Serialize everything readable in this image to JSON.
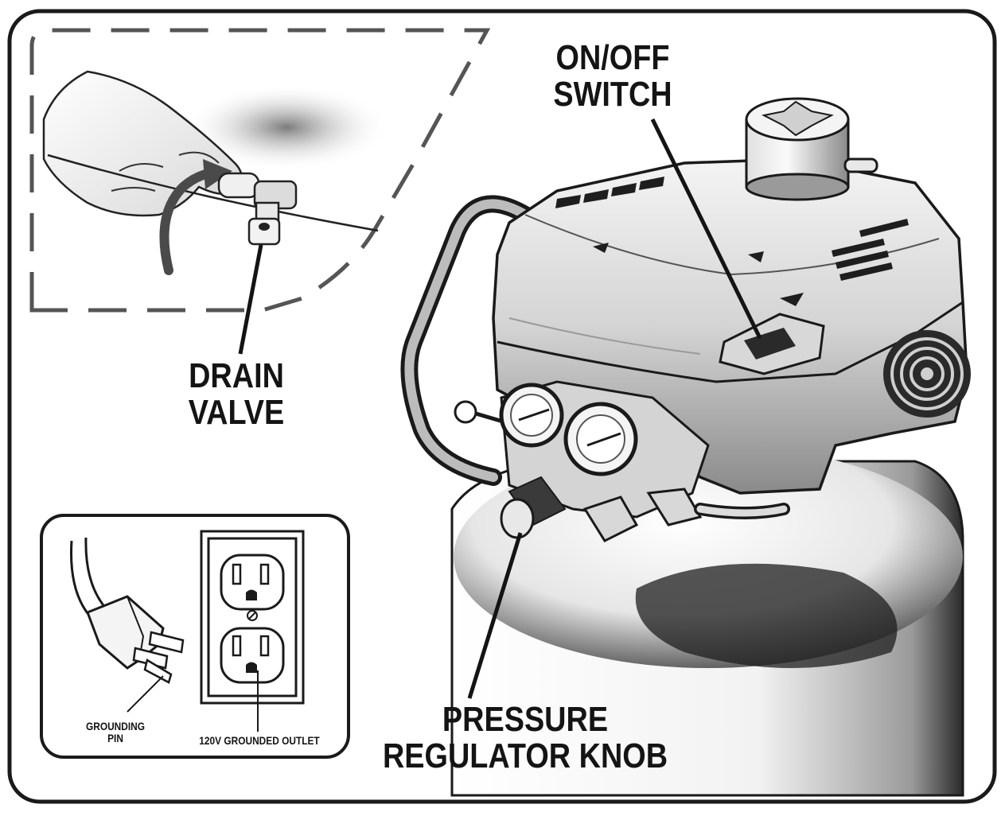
{
  "labels": {
    "on_off_line1": "ON/OFF",
    "on_off_line2": "SWITCH",
    "drain_line1": "DRAIN",
    "drain_line2": "VALVE",
    "pressure_line1": "PRESSURE",
    "pressure_line2": "REGULATOR KNOB",
    "grounding_line1": "GROUNDING",
    "grounding_line2": "PIN",
    "outlet": "120V GROUNDED OUTLET"
  },
  "colors": {
    "ink": "#141414",
    "frame": "#1a1a1a",
    "dash": "#555555"
  }
}
